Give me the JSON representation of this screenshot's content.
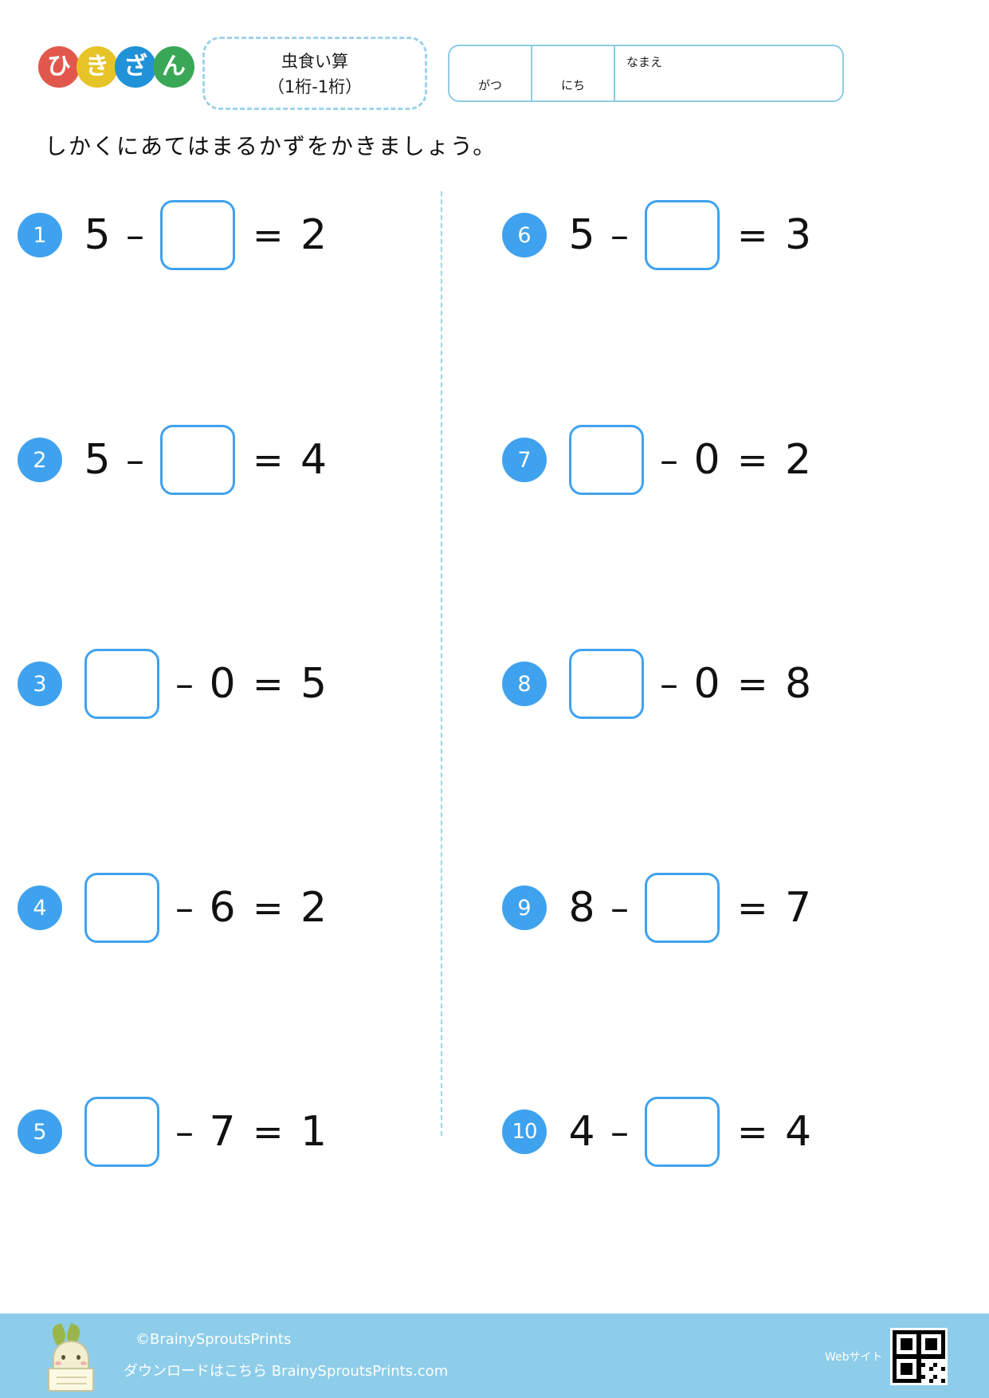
{
  "header": {
    "logo_chars": [
      "ひ",
      "き",
      "ざ",
      "ん"
    ],
    "logo_colors": [
      "#e2574c",
      "#e6c427",
      "#1f92d8",
      "#3aa757"
    ],
    "title_main": "虫食い算",
    "title_sub": "（1桁-1桁）",
    "date_fields": {
      "month_label": "がつ",
      "day_label": "にち",
      "name_label": "なまえ"
    }
  },
  "instruction": "しかくにあてはまるかずをかきましょう。",
  "accent_color": "#3fa2ef",
  "worksheet": {
    "left_column": [
      {
        "number": "1",
        "parts": [
          "5",
          "-",
          "blank",
          "=",
          "2"
        ]
      },
      {
        "number": "2",
        "parts": [
          "5",
          "-",
          "blank",
          "=",
          "4"
        ]
      },
      {
        "number": "3",
        "parts": [
          "blank",
          "-",
          "0",
          "=",
          "5"
        ]
      },
      {
        "number": "4",
        "parts": [
          "blank",
          "-",
          "6",
          "=",
          "2"
        ]
      },
      {
        "number": "5",
        "parts": [
          "blank",
          "-",
          "7",
          "=",
          "1"
        ]
      }
    ],
    "right_column": [
      {
        "number": "6",
        "parts": [
          "5",
          "-",
          "blank",
          "=",
          "3"
        ]
      },
      {
        "number": "7",
        "parts": [
          "blank",
          "-",
          "0",
          "=",
          "2"
        ]
      },
      {
        "number": "8",
        "parts": [
          "blank",
          "-",
          "0",
          "=",
          "8"
        ]
      },
      {
        "number": "9",
        "parts": [
          "8",
          "-",
          "blank",
          "=",
          "7"
        ]
      },
      {
        "number": "10",
        "parts": [
          "4",
          "-",
          "blank",
          "=",
          "4"
        ]
      }
    ]
  },
  "footer": {
    "copyright": "©BrainySproutsPrints",
    "download": "ダウンロードはこちら BrainySproutsPrints.com",
    "web_label": "Webサイト",
    "background_color": "#8dcdea"
  }
}
